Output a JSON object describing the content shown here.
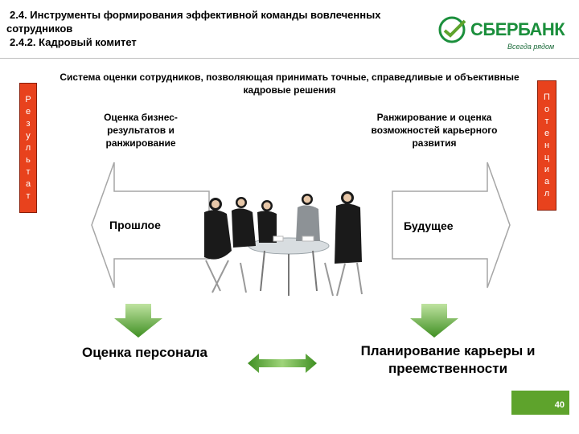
{
  "header": {
    "title_lines": [
      "2.4. Инструменты формирования эффективной команды вовлеченных",
      "сотрудников",
      "2.4.2. Кадровый комитет"
    ]
  },
  "logo": {
    "name": "СБЕРБАНК",
    "tagline": "Всегда рядом",
    "brand_color": "#1b8f3c"
  },
  "side_labels": {
    "left": [
      "Р",
      "е",
      "з",
      "у",
      "л",
      "ь",
      "т",
      "а",
      "т"
    ],
    "right": [
      "П",
      "о",
      "т",
      "е",
      "н",
      "ц",
      "и",
      "а",
      "л"
    ],
    "color": "#e8421d"
  },
  "main": {
    "heading": "Система оценки сотрудников, позволяющая принимать точные, справедливые и объективные кадровые решения",
    "left_sub": "Оценка бизнес-результатов и ранжирование",
    "right_sub": "Ранжирование и оценка возможностей карьерного развития",
    "past_label": "Прошлое",
    "future_label": "Будущее",
    "bottom_left": "Оценка персонала",
    "bottom_right": "Планирование карьеры и преемственности"
  },
  "colors": {
    "arrow_green": "#4d9b2b",
    "arrow_outline": "#a6a6a6"
  },
  "page_number": "40"
}
